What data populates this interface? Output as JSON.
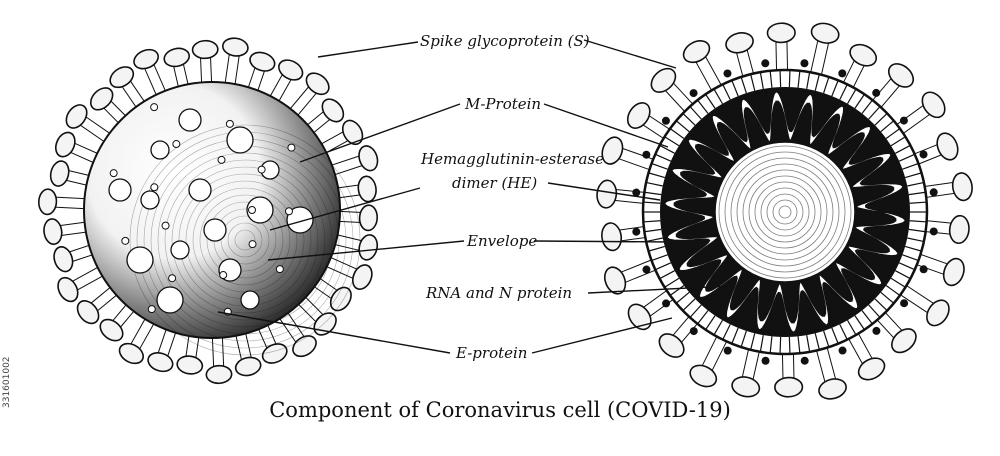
{
  "labels": {
    "spike": "Spike glycoprotein (S)",
    "m_protein": "M-Protein",
    "he_line1": "Hemagglutinin-esterase",
    "he_line2": "dimer (HE)",
    "envelope": "Envelope",
    "rna": "RNA and N protein",
    "e_protein": "E-protein"
  },
  "caption": "Component of Coronavirus cell (COVID-19)",
  "side_credit": "331601002",
  "colors": {
    "ink": "#111111",
    "paper": "#ffffff",
    "shade": "#1a1a1a"
  }
}
